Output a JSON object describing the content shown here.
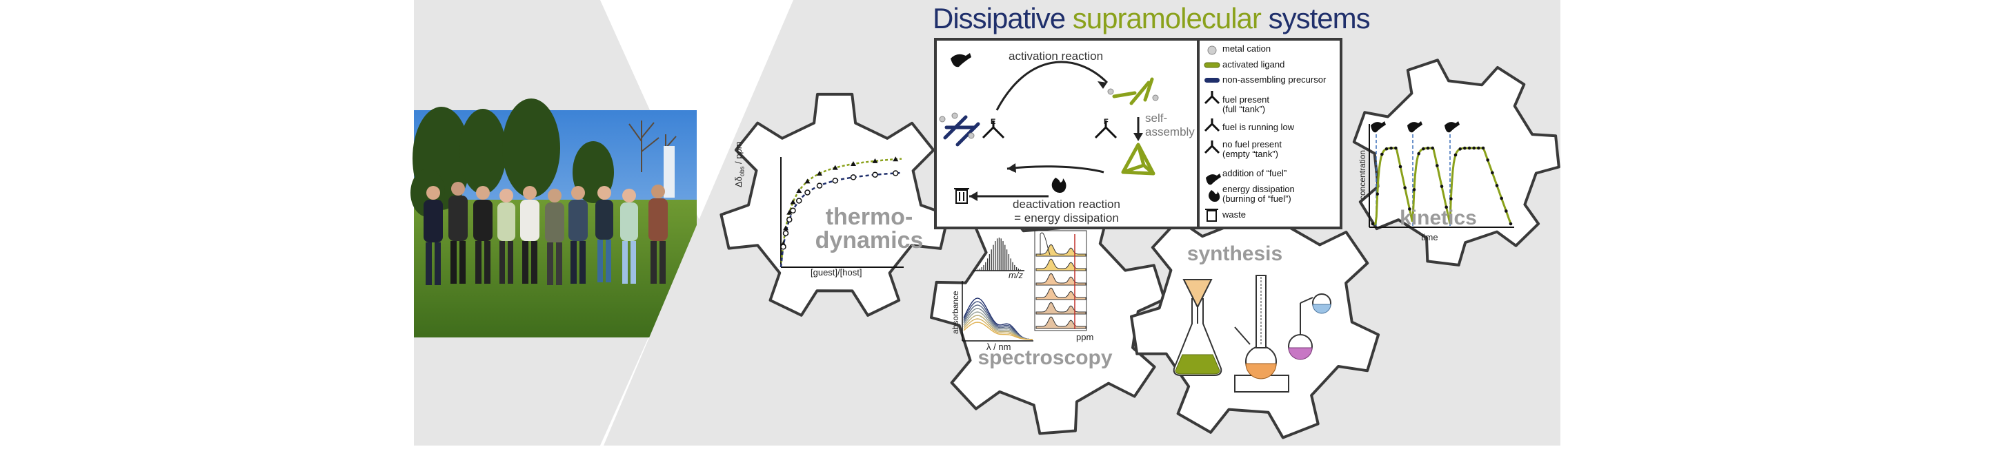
{
  "title": {
    "part1": "Dissipative",
    "part2": "supramolecular",
    "part3": "systems"
  },
  "colors": {
    "title_blue": "#1f2f6b",
    "title_green": "#8aa11b",
    "background_gray": "#e6e6e6",
    "gear_fill": "#ffffff",
    "gear_label": "#9a9a9a"
  },
  "gears": {
    "thermodynamics": "thermo-\ndynamics",
    "spectroscopy": "spectroscopy",
    "synthesis": "synthesis",
    "kinetics": "kinetics"
  },
  "cycle": {
    "activation": "activation reaction",
    "deactivation_line1": "deactivation reaction",
    "deactivation_line2": "= energy dissipation",
    "self_assembly_line1": "self-",
    "self_assembly_line2": "assembly"
  },
  "legend": [
    {
      "icon": "metal-cation-icon",
      "line1": "metal cation",
      "line2": ""
    },
    {
      "icon": "activated-ligand-icon",
      "line1": "activated ligand",
      "line2": ""
    },
    {
      "icon": "non-assembling-precursor-icon",
      "line1": "non-assembling precursor",
      "line2": ""
    },
    {
      "icon": "fuel-full-icon",
      "line1": "fuel present",
      "line2": "(full “tank”)"
    },
    {
      "icon": "fuel-low-icon",
      "line1": "fuel is running low",
      "line2": ""
    },
    {
      "icon": "fuel-empty-icon",
      "line1": "no fuel present",
      "line2": "(empty “tank”)"
    },
    {
      "icon": "fuel-addition-icon",
      "line1": "addition of “fuel”",
      "line2": ""
    },
    {
      "icon": "flame-icon",
      "line1": "energy dissipation",
      "line2": "(burning of “fuel”)"
    },
    {
      "icon": "trash-icon",
      "line1": "waste",
      "line2": ""
    }
  ],
  "thermo_plot": {
    "ylabel": "Δδ",
    "ylabel_sub": "obs",
    "ylabel_unit": " / ppm",
    "xlabel": "[guest]/[host]"
  },
  "spectro_plots": {
    "ms_xlabel": "m/z",
    "uv_ylabel": "absorbance",
    "uv_xlabel": "λ / nm",
    "nmr_xlabel": "ppm"
  },
  "kinetics_plot": {
    "ylabel": "concentration",
    "xlabel": "time"
  }
}
